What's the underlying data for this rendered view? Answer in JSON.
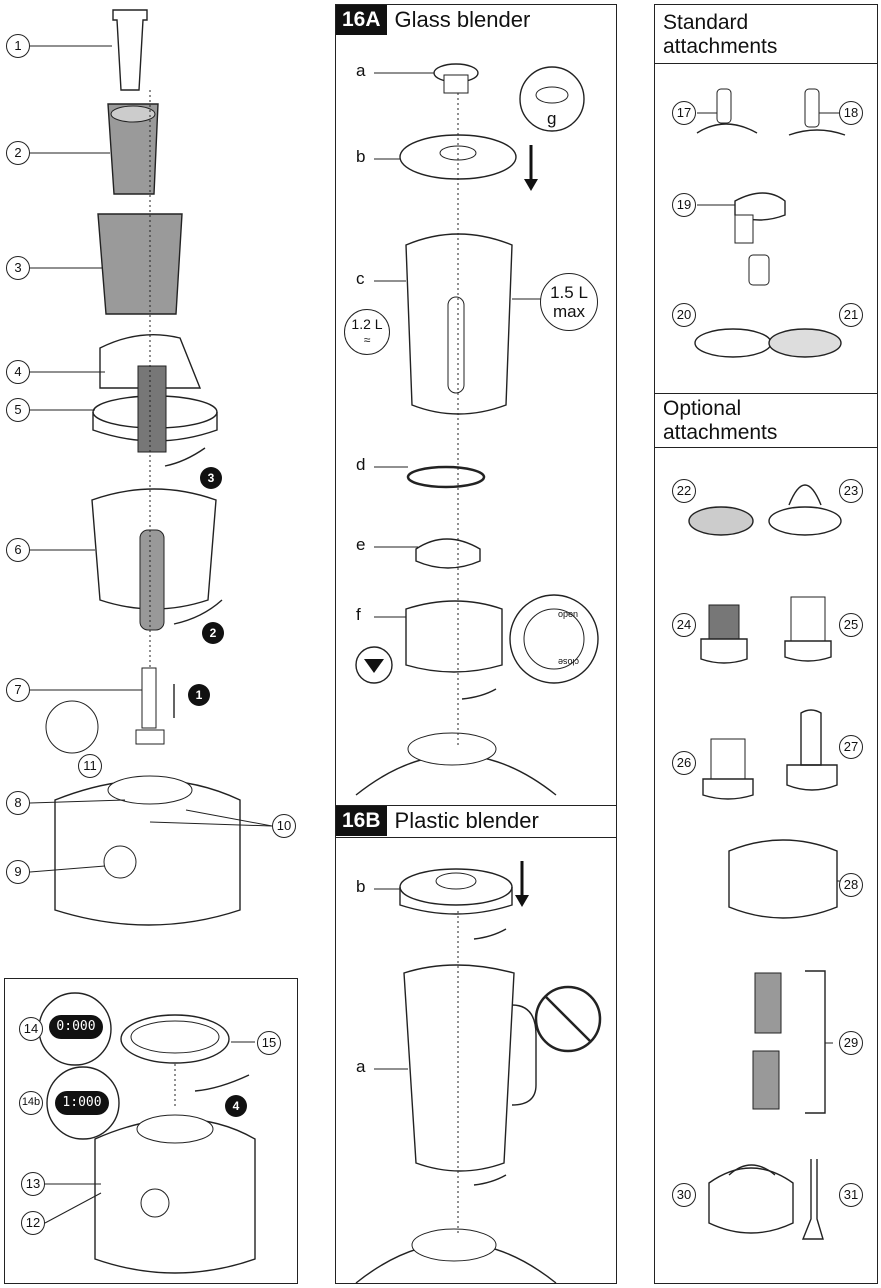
{
  "left_column": {
    "callouts": [
      "1",
      "2",
      "3",
      "4",
      "5",
      "6",
      "7",
      "8",
      "9",
      "10",
      "11"
    ],
    "steps": [
      "3",
      "2",
      "1"
    ]
  },
  "inset_panel": {
    "callouts": [
      "14",
      "14b",
      "15",
      "13",
      "12"
    ],
    "display_14": "0:000",
    "display_14b": "1:000",
    "step": "4"
  },
  "glass_blender": {
    "id": "16A",
    "title": "Glass blender",
    "letters": [
      "a",
      "b",
      "c",
      "d",
      "e",
      "f",
      "g"
    ],
    "capacity_max": [
      "1.5 L",
      "max"
    ],
    "capacity_hot": "1.2 L",
    "ring_labels": [
      "open",
      "close"
    ]
  },
  "plastic_blender": {
    "id": "16B",
    "title": "Plastic blender",
    "letters": [
      "b",
      "a"
    ]
  },
  "standard_attachments": {
    "title_lines": [
      "Standard",
      "attachments"
    ],
    "callouts": [
      "17",
      "18",
      "19",
      "20",
      "21"
    ]
  },
  "optional_attachments": {
    "title_lines": [
      "Optional",
      "attachments"
    ],
    "callouts": [
      "22",
      "23",
      "24",
      "25",
      "26",
      "27",
      "28",
      "29",
      "30",
      "31"
    ]
  }
}
